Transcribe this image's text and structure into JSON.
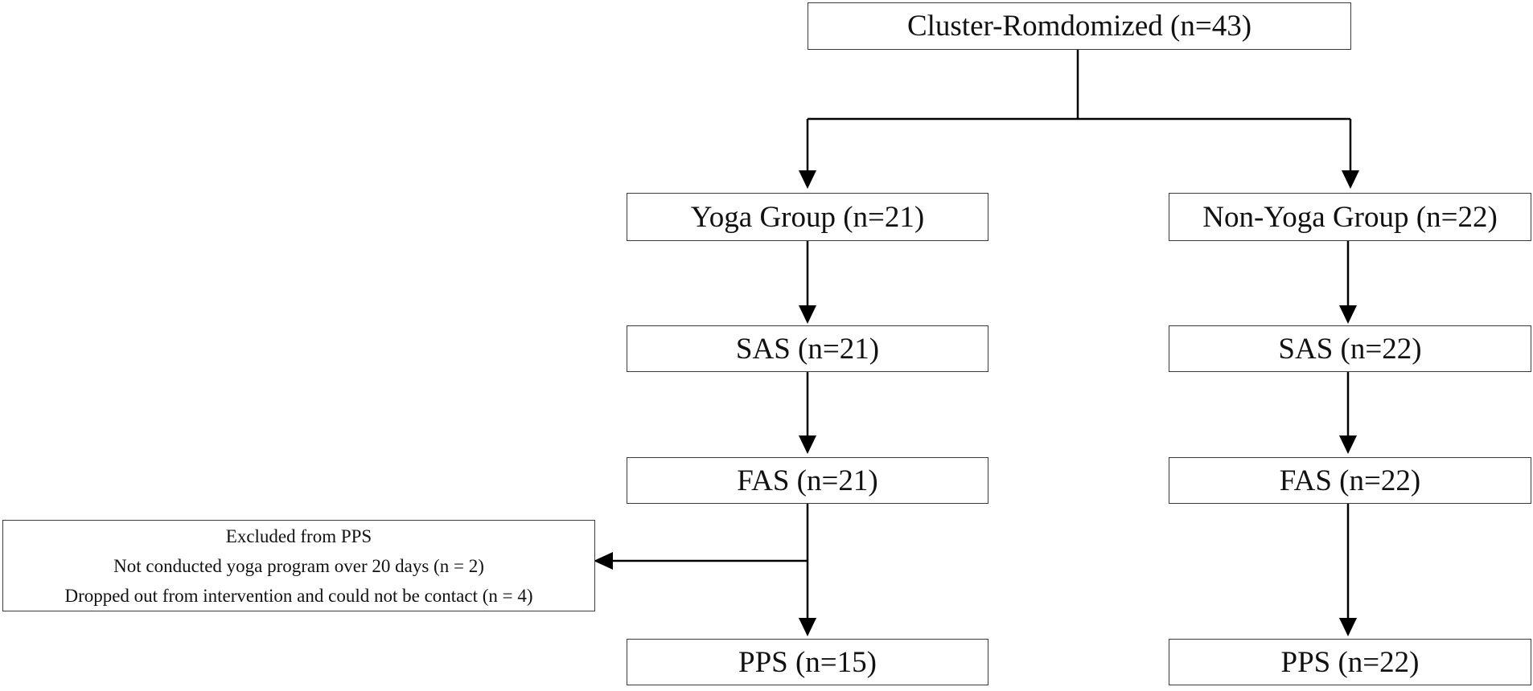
{
  "diagram": {
    "nodes": {
      "randomized": "Cluster-Romdomized (n=43)",
      "yoga_group": "Yoga Group (n=21)",
      "non_yoga_group": "Non-Yoga Group (n=22)",
      "yoga_sas": "SAS (n=21)",
      "non_yoga_sas": "SAS (n=22)",
      "yoga_fas": "FAS (n=21)",
      "non_yoga_fas": "FAS (n=22)",
      "yoga_pps": "PPS (n=15)",
      "non_yoga_pps": "PPS (n=22)"
    },
    "excluded": {
      "title": "Excluded from PPS",
      "reason_1": "Not conducted yoga program over 20 days (n = 2)",
      "reason_2": "Dropped out from intervention and could not be contact (n = 4)"
    },
    "line_color": "#000000"
  }
}
